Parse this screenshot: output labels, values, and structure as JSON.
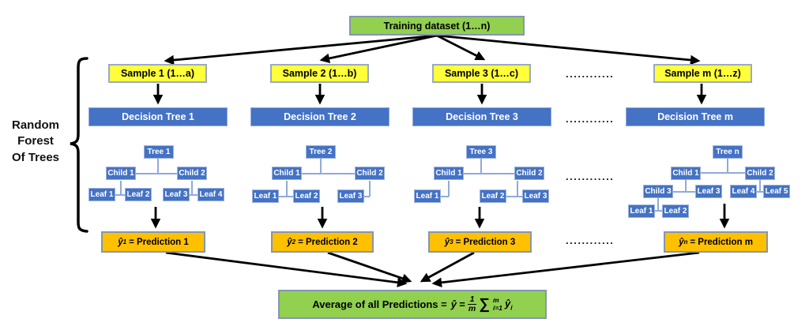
{
  "title_box": {
    "label": "Training dataset (1…n)"
  },
  "left_label": {
    "line1": "Random",
    "line2": "Forest",
    "line3": "Of Trees"
  },
  "separators": [
    "............",
    "............",
    "............",
    "............"
  ],
  "samples": [
    {
      "label": "Sample 1 (1…a)"
    },
    {
      "label": "Sample 2 (1…b)"
    },
    {
      "label": "Sample 3 (1…c)"
    },
    {
      "label": "Sample m (1…z)"
    }
  ],
  "decision_trees": [
    {
      "label": "Decision Tree 1"
    },
    {
      "label": "Decision Tree 2"
    },
    {
      "label": "Decision Tree 3"
    },
    {
      "label": "Decision Tree m"
    }
  ],
  "trees": [
    {
      "nodes": [
        {
          "label": "Tree 1"
        },
        {
          "label": "Child 1"
        },
        {
          "label": "Child 2"
        },
        {
          "label": "Leaf 1"
        },
        {
          "label": "Leaf 2"
        },
        {
          "label": "Leaf 3"
        },
        {
          "label": "Leaf 4"
        }
      ]
    },
    {
      "nodes": [
        {
          "label": "Tree 2"
        },
        {
          "label": "Child 1"
        },
        {
          "label": "Child 2"
        },
        {
          "label": "Leaf 1"
        },
        {
          "label": "Leaf 2"
        },
        {
          "label": "Leaf 3"
        }
      ]
    },
    {
      "nodes": [
        {
          "label": "Tree 3"
        },
        {
          "label": "Child 1"
        },
        {
          "label": "Child 2"
        },
        {
          "label": "Leaf 1"
        },
        {
          "label": "Leaf 2"
        },
        {
          "label": "Leaf 3"
        }
      ]
    },
    {
      "nodes": [
        {
          "label": "Tree n"
        },
        {
          "label": "Child 1"
        },
        {
          "label": "Child 2"
        },
        {
          "label": "Child 3"
        },
        {
          "label": "Leaf 3"
        },
        {
          "label": "Leaf 4"
        },
        {
          "label": "Leaf 5"
        },
        {
          "label": "Leaf 1"
        },
        {
          "label": "Leaf 2"
        }
      ]
    }
  ],
  "predictions": [
    {
      "yhat": "ŷ",
      "sub": "1",
      "rest": "= Prediction 1"
    },
    {
      "yhat": "ŷ",
      "sub": "2",
      "rest": "= Prediction 2"
    },
    {
      "yhat": "ŷ",
      "sub": "3",
      "rest": "= Prediction 3"
    },
    {
      "yhat": "ŷ",
      "sub": "n",
      "rest": "= Prediction m"
    }
  ],
  "average_box": {
    "prefix": "Average of all Predictions =",
    "yhat": "ŷ",
    "equals": "=",
    "frac_num": "1",
    "frac_den": "m",
    "sigma": "∑",
    "sigma_sup": "m",
    "sigma_sub": "i=1",
    "term": "ŷ",
    "term_sub": "i"
  },
  "colors": {
    "green": "#92D050",
    "yellow": "#FFFF3B",
    "blue": "#4472C4",
    "orange": "#FFC000",
    "box_border": "#8496B0",
    "connector": "#8FAADC",
    "arrow": "#000000"
  }
}
